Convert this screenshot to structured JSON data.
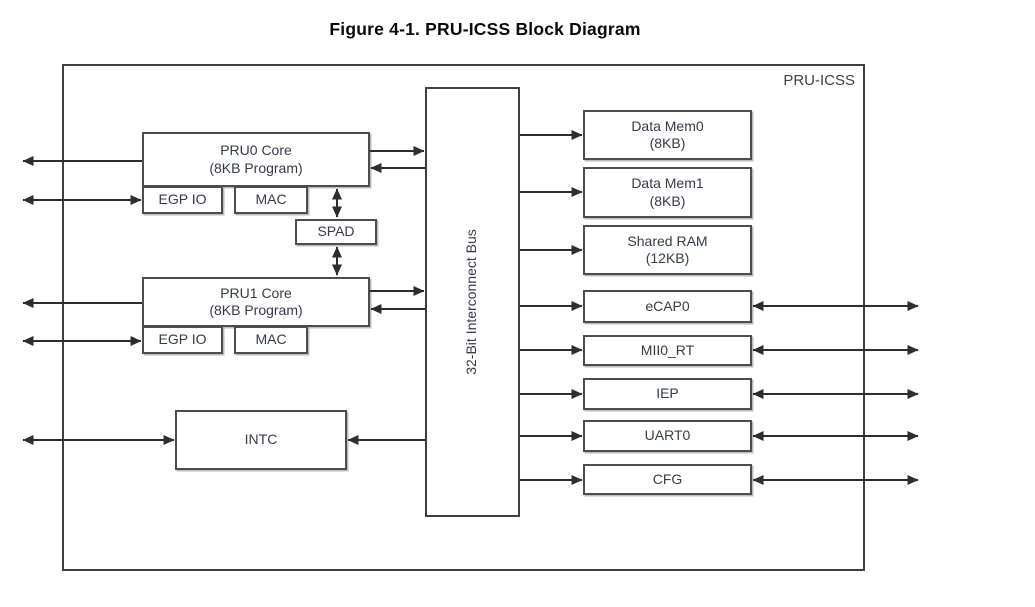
{
  "title": "Figure 4-1. PRU-ICSS Block Diagram",
  "diagram": {
    "container_label": "PRU-ICSS",
    "bus": {
      "label": "32-Bit Interconnect Bus"
    },
    "left_blocks": {
      "pru0": {
        "line1": "PRU0 Core",
        "line2": "(8KB Program)"
      },
      "pru0_egpio": {
        "label": "EGP IO"
      },
      "pru0_mac": {
        "label": "MAC"
      },
      "spad": {
        "label": "SPAD"
      },
      "pru1": {
        "line1": "PRU1 Core",
        "line2": "(8KB Program)"
      },
      "pru1_egpio": {
        "label": "EGP IO"
      },
      "pru1_mac": {
        "label": "MAC"
      },
      "intc": {
        "label": "INTC"
      }
    },
    "right_blocks": {
      "data_mem0": {
        "line1": "Data Mem0",
        "line2": "(8KB)"
      },
      "data_mem1": {
        "line1": "Data Mem1",
        "line2": "(8KB)"
      },
      "shared_ram": {
        "line1": "Shared RAM",
        "line2": "(12KB)"
      },
      "ecap0": {
        "label": "eCAP0"
      },
      "mii0_rt": {
        "label": "MII0_RT"
      },
      "iep": {
        "label": "IEP"
      },
      "uart0": {
        "label": "UART0"
      },
      "cfg": {
        "label": "CFG"
      }
    },
    "colors": {
      "background": "#ffffff",
      "line": "#2d2d2d",
      "box_border": "#4d4d4d",
      "outer_border": "#3f3f3f",
      "box_text": "#363b48",
      "title_text": "#0a0a0a"
    }
  }
}
